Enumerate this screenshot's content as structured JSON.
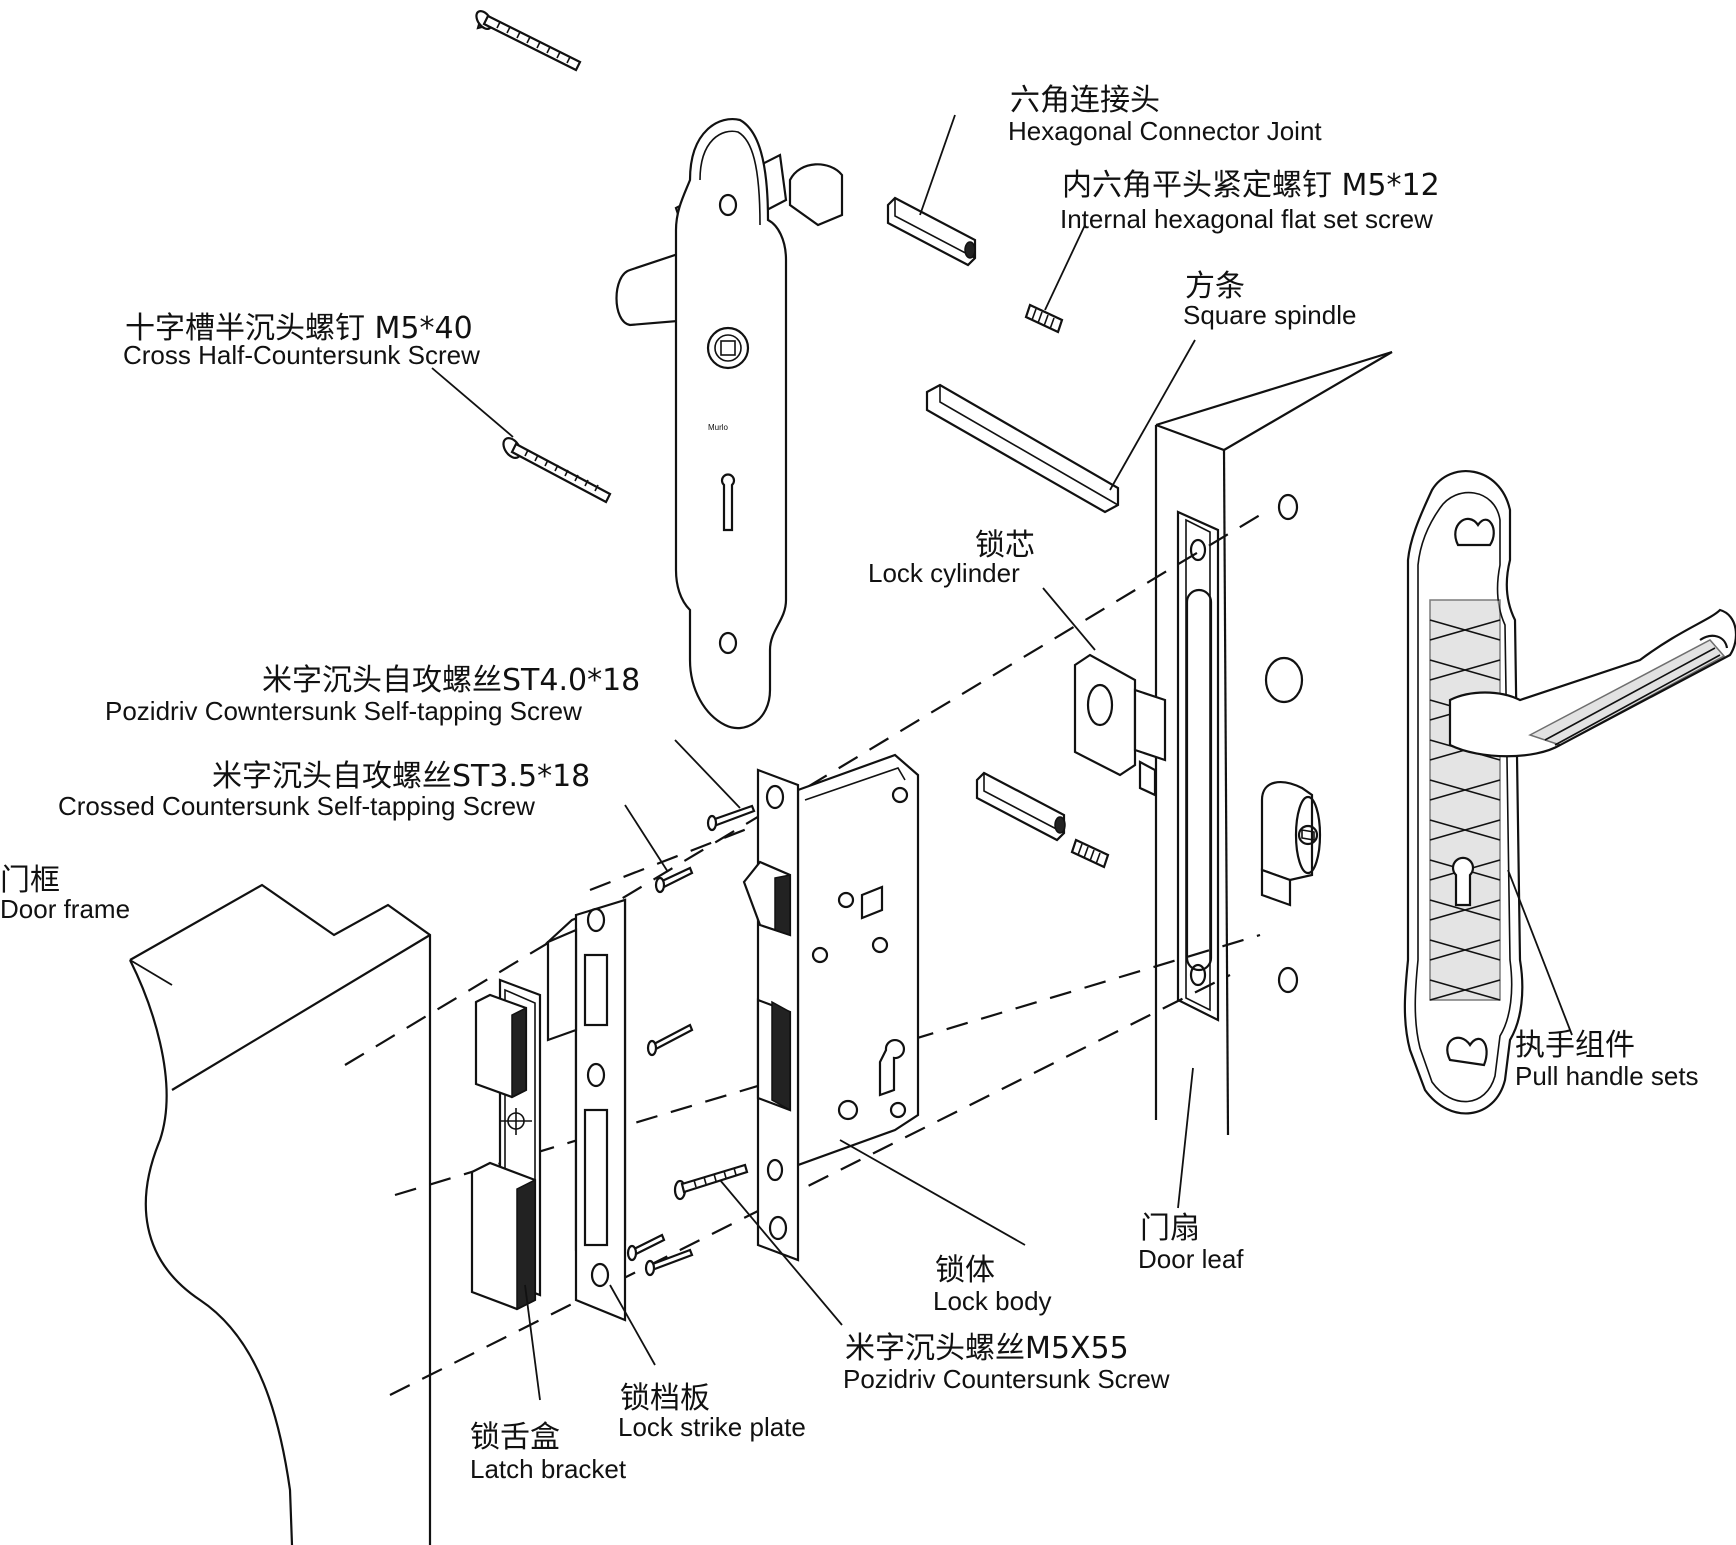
{
  "labels": {
    "hex_connector": {
      "zh": "六角连接头",
      "en": "Hexagonal  Connector Joint"
    },
    "set_screw": {
      "zh": "内六角平头紧定螺钉 M5*12",
      "en": "Internal hexagonal flat set screw"
    },
    "square_spindle": {
      "zh": "方条",
      "en": "Square spindle"
    },
    "cross_screw": {
      "zh": "十字槽半沉头螺钉 M5*40",
      "en": "Cross Half-Countersunk Screw"
    },
    "lock_cylinder": {
      "zh": "锁芯",
      "en": "Lock  cylinder"
    },
    "st40_screw": {
      "zh": "米字沉头自攻螺丝ST4.0*18",
      "en": "Pozidriv Cowntersunk Self-tapping Screw"
    },
    "st35_screw": {
      "zh": "米字沉头自攻螺丝ST3.5*18",
      "en": "Crossed Countersunk Self-tapping Screw"
    },
    "door_frame": {
      "zh": "门框",
      "en": "Door  frame"
    },
    "pull_handle": {
      "zh": "执手组件",
      "en": "Pull handle sets"
    },
    "door_leaf": {
      "zh": "门扇",
      "en": "Door  leaf"
    },
    "lock_body": {
      "zh": "锁体",
      "en": "Lock  body"
    },
    "m5x55_screw": {
      "zh": "米字沉头螺丝M5X55",
      "en": "Pozidriv Countersunk Screw"
    },
    "strike_plate": {
      "zh": "锁档板",
      "en": "Lock  strike  plate"
    },
    "latch_bracket": {
      "zh": "锁舌盒",
      "en": "Latch bracket"
    }
  },
  "brand_mark": "Murlo"
}
